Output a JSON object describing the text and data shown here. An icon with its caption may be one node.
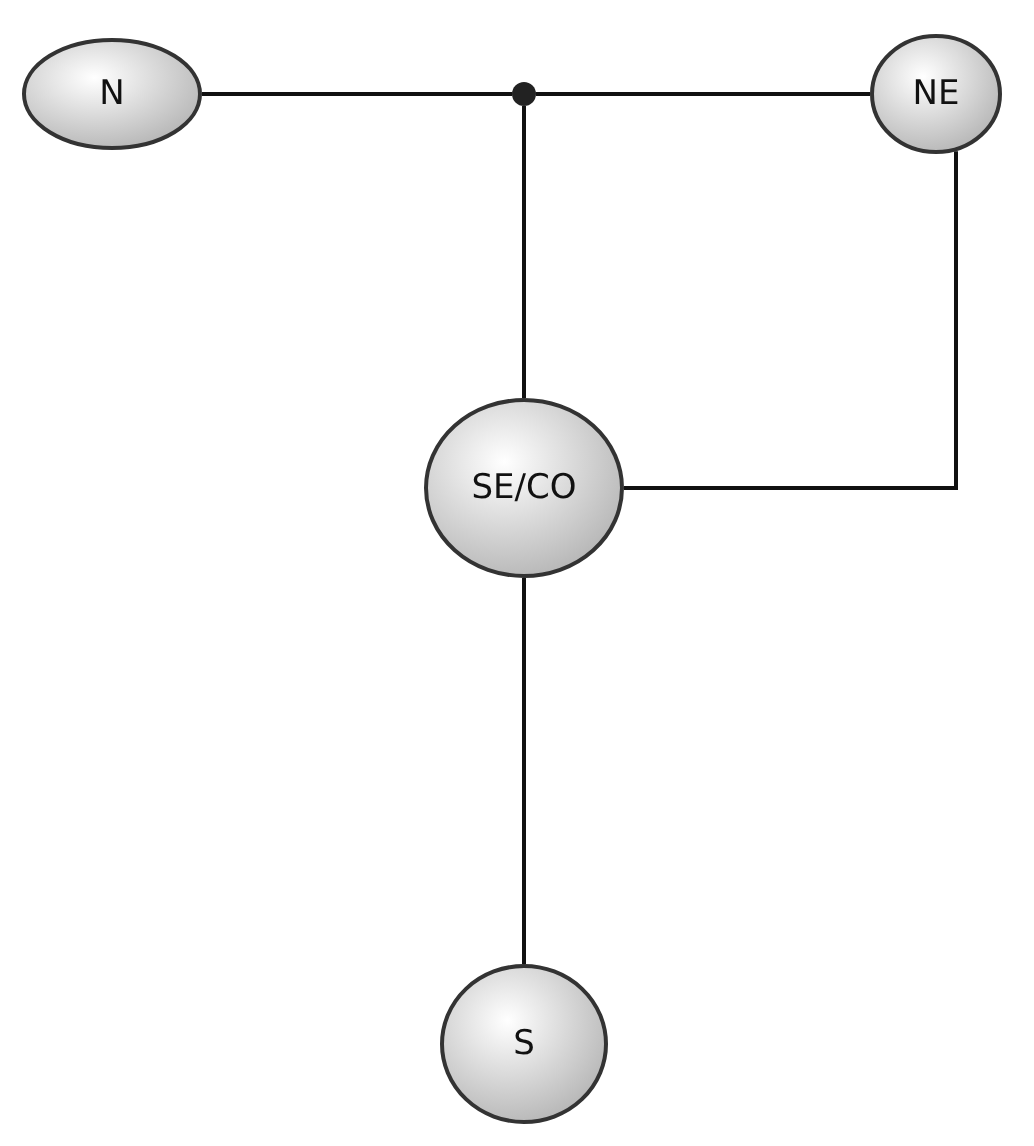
{
  "diagram": {
    "nodes": [
      {
        "text": [
          "N"
        ]
      },
      {
        "text": [],
        "shape": "circle"
      },
      {
        "text": [
          "NE"
        ]
      },
      {
        "text": [
          "SE/CO"
        ]
      },
      {
        "text": [
          "S"
        ]
      }
    ],
    "edges": [
      {
        "from": 0,
        "to": 1,
        "arrow": "none"
      },
      {
        "from": 1,
        "to": 2,
        "arrow": "none"
      },
      {
        "from": 1,
        "to": 3,
        "arrow": "none"
      },
      {
        "from": 2,
        "to": 3,
        "arrow": "none"
      },
      {
        "from": 3,
        "to": 4,
        "arrow": "none"
      }
    ]
  }
}
